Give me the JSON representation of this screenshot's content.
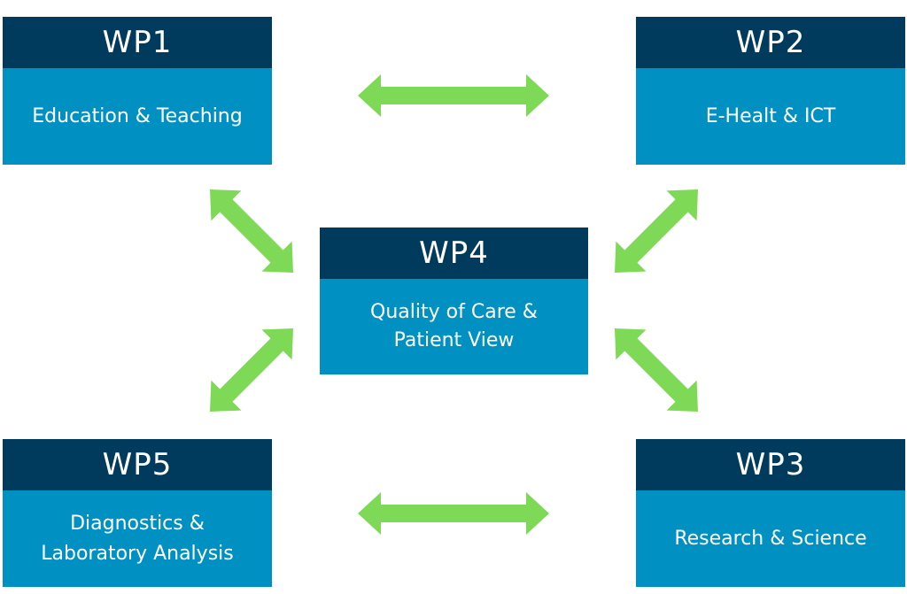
{
  "colors": {
    "header": "#003a5d",
    "body": "#0090c2",
    "arrow": "#7ed957",
    "background": "#ffffff"
  },
  "boxes": {
    "wp1": {
      "id": "WP1",
      "lines": [
        "Education & Teaching"
      ]
    },
    "wp2": {
      "id": "WP2",
      "lines": [
        "E-Healt & ICT"
      ]
    },
    "wp4": {
      "id": "WP4",
      "lines": [
        "Quality of Care &",
        "Patient View"
      ]
    },
    "wp5": {
      "id": "WP5",
      "lines": [
        "Diagnostics &",
        "Laboratory Analysis"
      ]
    },
    "wp3": {
      "id": "WP3",
      "lines": [
        "Research & Science"
      ]
    }
  },
  "connections": [
    {
      "from": "WP1",
      "to": "WP2",
      "style": "double-arrow"
    },
    {
      "from": "WP1",
      "to": "WP4",
      "style": "double-arrow"
    },
    {
      "from": "WP2",
      "to": "WP4",
      "style": "double-arrow"
    },
    {
      "from": "WP5",
      "to": "WP4",
      "style": "double-arrow"
    },
    {
      "from": "WP3",
      "to": "WP4",
      "style": "double-arrow"
    },
    {
      "from": "WP5",
      "to": "WP3",
      "style": "double-arrow"
    }
  ]
}
